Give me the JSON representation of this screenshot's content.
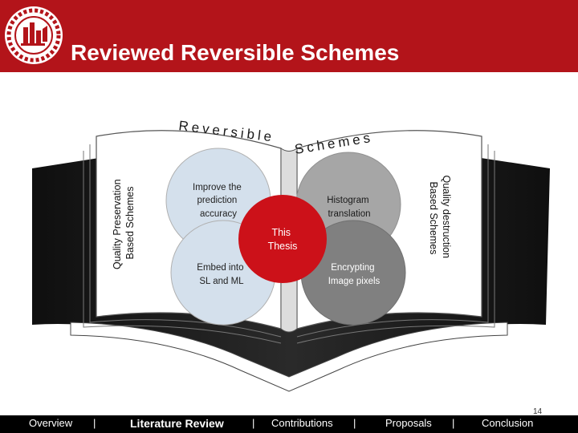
{
  "slide": {
    "title": "Reviewed Reversible Schemes",
    "page_number": "14"
  },
  "book": {
    "top_word_left": "Reversible",
    "top_word_right": "Schemes",
    "left_label_line1": "Quality Preservation",
    "left_label_line2": "Based Schemes",
    "right_label_line1": "Quality destruction",
    "right_label_line2": "Based Schemes"
  },
  "circles": {
    "top_left": [
      "Improve the",
      "prediction",
      "accuracy"
    ],
    "bottom_left": [
      "Embed into",
      "SL and ML"
    ],
    "top_right": [
      "Histogram",
      "translation"
    ],
    "bottom_right": [
      "Encrypting",
      "Image pixels"
    ],
    "center": [
      "This",
      "Thesis"
    ]
  },
  "nav": {
    "items": [
      "Overview",
      "Literature Review",
      "Contributions",
      "Proposals",
      "Conclusion"
    ],
    "active_index": 1
  },
  "colors": {
    "header": "#b3141a",
    "center_circle": "#cc1119",
    "left_circles": "#d4e0ec",
    "top_right_circle": "#a6a6a6",
    "bottom_right_circle": "#808080"
  },
  "icons": {
    "logo": "university-seal-icon"
  }
}
